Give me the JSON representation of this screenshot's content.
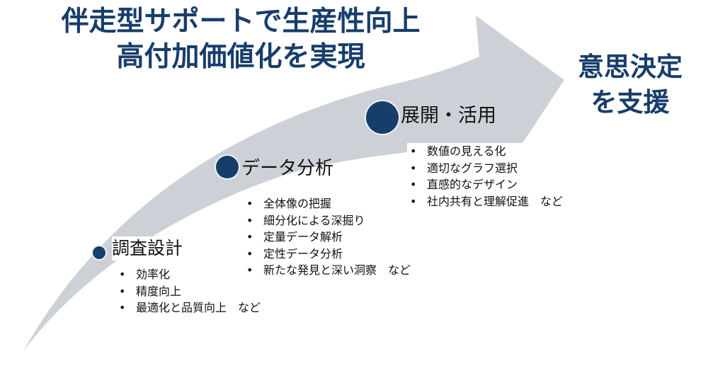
{
  "title": {
    "line1": "伴走型サポートで生産性向上",
    "line2": "高付加価値化を実現"
  },
  "goal": {
    "line1": "意思決定",
    "line2": "を支援"
  },
  "colors": {
    "navy": "#173d6b",
    "arrow": "#cdd1d7",
    "text": "#111111"
  },
  "steps": [
    {
      "label": "調査設計",
      "bullets": [
        "効率化",
        "精度向上",
        "最適化と品質向上　など"
      ]
    },
    {
      "label": "データ分析",
      "bullets": [
        "全体像の把握",
        "細分化による深掘り",
        "定量データ解析",
        "定性データ分析",
        "新たな発見と深い洞察　など"
      ]
    },
    {
      "label": "展開・活用",
      "bullets": [
        "数値の見える化",
        "適切なグラフ選択",
        "直感的なデザイン",
        "社内共有と理解促進　など"
      ]
    }
  ]
}
